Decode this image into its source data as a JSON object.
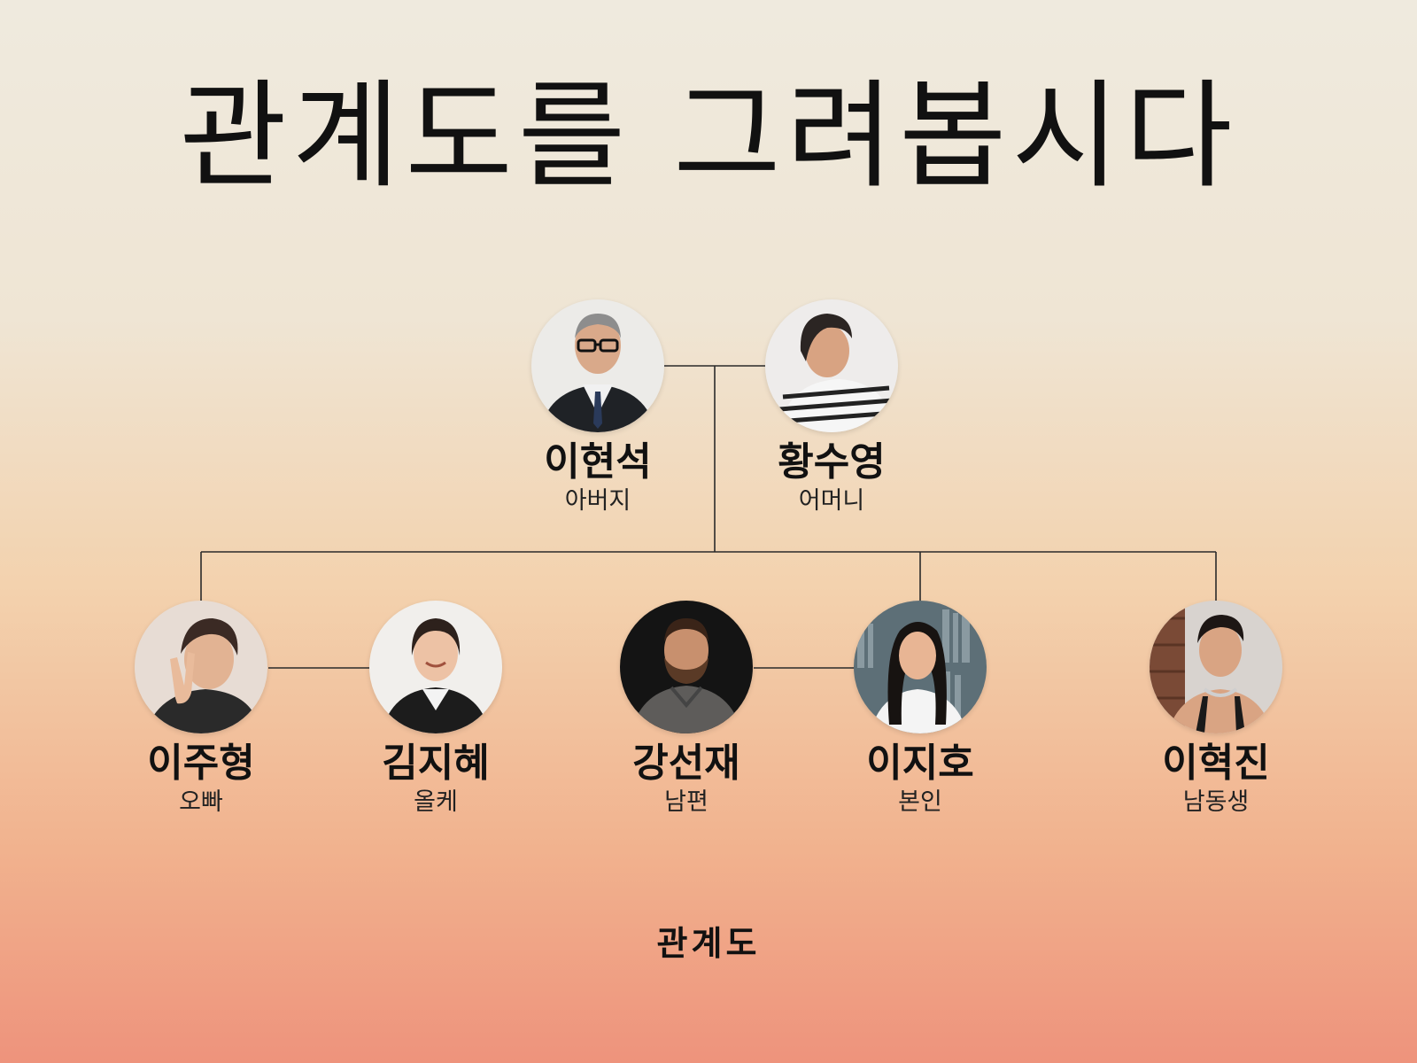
{
  "title": "관계도를 그려봅시다",
  "footer": "관계도",
  "people": {
    "father": {
      "name": "이현석",
      "role": "아버지"
    },
    "mother": {
      "name": "황수영",
      "role": "어머니"
    },
    "brother": {
      "name": "이주형",
      "role": "오빠"
    },
    "sisterInLaw": {
      "name": "김지혜",
      "role": "올케"
    },
    "husband": {
      "name": "강선재",
      "role": "남편"
    },
    "self": {
      "name": "이지호",
      "role": "본인"
    },
    "youngerBrother": {
      "name": "이혁진",
      "role": "남동생"
    }
  },
  "avatars": {
    "father": "person-photo-man-glasses-suit",
    "mother": "person-photo-woman-striped-shirt",
    "brother": "person-photo-man-peace-sign",
    "sisterInLaw": "person-photo-woman-blazer",
    "husband": "person-photo-man-beard-sweater",
    "self": "person-photo-woman-library",
    "youngerBrother": "person-photo-man-tank-top"
  },
  "colors": {
    "line": "#2a2a2a",
    "text": "#111111"
  }
}
